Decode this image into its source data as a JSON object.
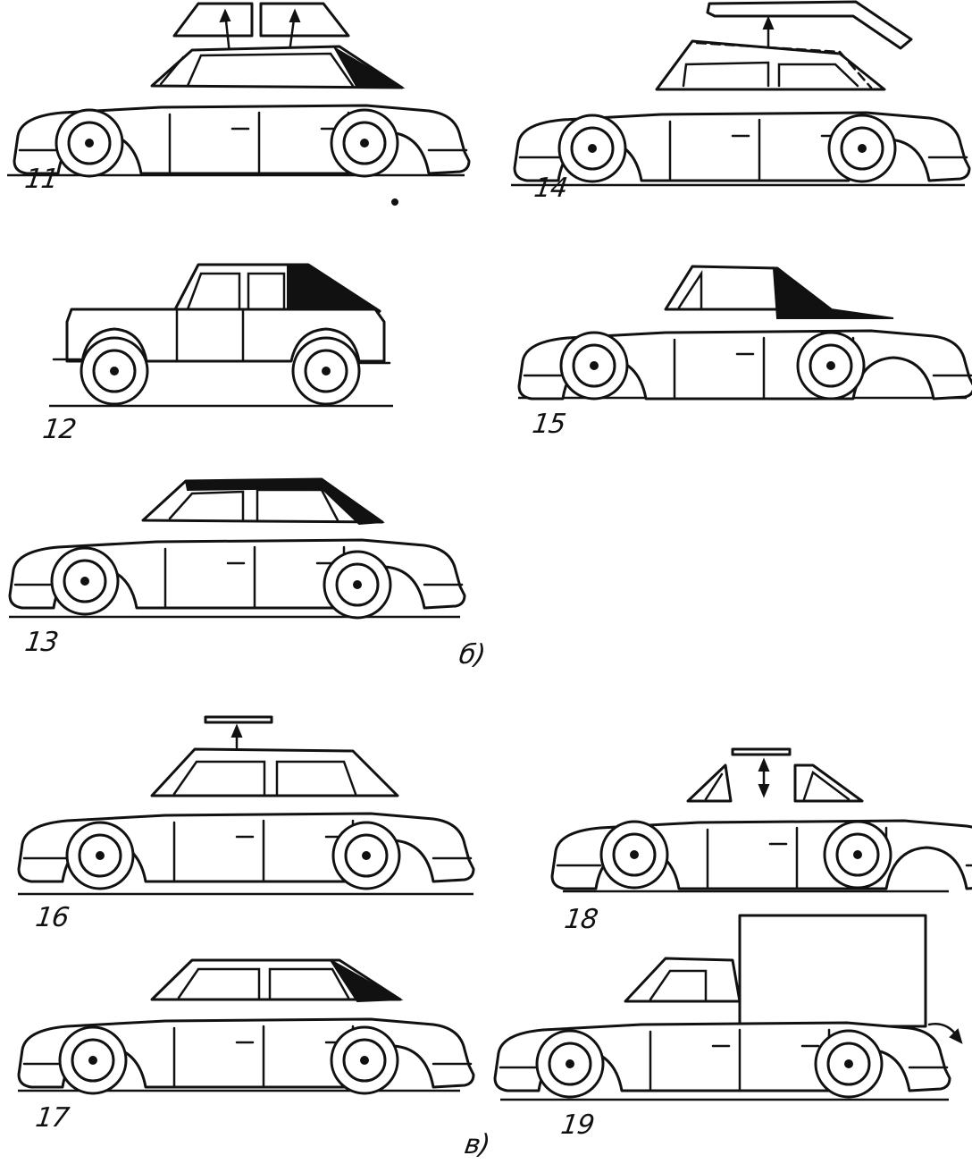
{
  "figures": [
    {
      "id": "fig-11",
      "label": "11",
      "roof": "removable-panels"
    },
    {
      "id": "fig-12",
      "label": "12",
      "roof": "soft-top-rear"
    },
    {
      "id": "fig-13",
      "label": "13",
      "roof": "full-soft-top"
    },
    {
      "id": "fig-14",
      "label": "14",
      "roof": "lift-off-hardtop"
    },
    {
      "id": "fig-15",
      "label": "15",
      "roof": "soft-top-rear"
    },
    {
      "id": "fig-16",
      "label": "16",
      "roof": "sunroof-panel"
    },
    {
      "id": "fig-17",
      "label": "17",
      "roof": "soft-top-rear"
    },
    {
      "id": "fig-18",
      "label": "18",
      "roof": "targa-panel"
    },
    {
      "id": "fig-19",
      "label": "19",
      "roof": "pickup-canopy"
    }
  ],
  "sections": [
    {
      "id": "section-b",
      "label": "б)"
    },
    {
      "id": "section-v",
      "label": "в)"
    }
  ],
  "colors": {
    "ink": "#111111",
    "paper": "#ffffff"
  }
}
